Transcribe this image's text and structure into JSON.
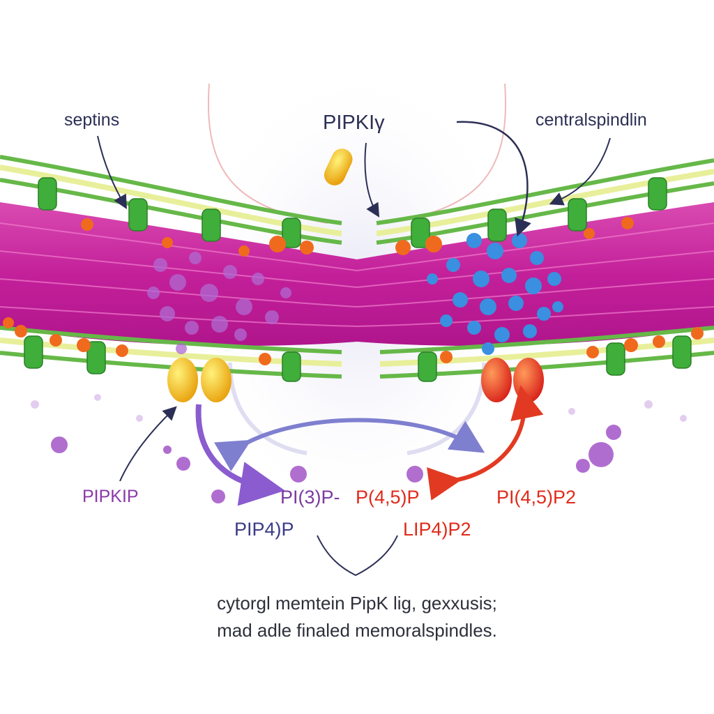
{
  "labels": {
    "septins": "septins",
    "pipk": "PIPKIγ",
    "centralspindlin": "centralspindlin",
    "pipkip": "PIPKIP",
    "pi3p": "PI(3)P-",
    "pi45p": "P(4,5)P",
    "pi45p2": "PI(4,5)P2",
    "pip4p": "PIP4)P",
    "lip4p2": "LIP4)P2"
  },
  "caption": {
    "line1": "cytorgl memtein PipK lig, gexxusis;",
    "line2": "mad adle finaled memoralspindles."
  },
  "colors": {
    "ring_magenta": "#c8289a",
    "septin_green": "#3fae3a",
    "septin_yellow": "#e8ef9a",
    "orange_protein": "#f06a1e",
    "purple_cluster": "#b06ad2",
    "blue_cluster": "#3a8fe0",
    "yellow_kinase": "#f2c316",
    "red_kinase": "#e8391c",
    "arrow_purple": "#8a5ccf",
    "arrow_red": "#e23a22",
    "arrow_navy": "#2c2f55"
  }
}
